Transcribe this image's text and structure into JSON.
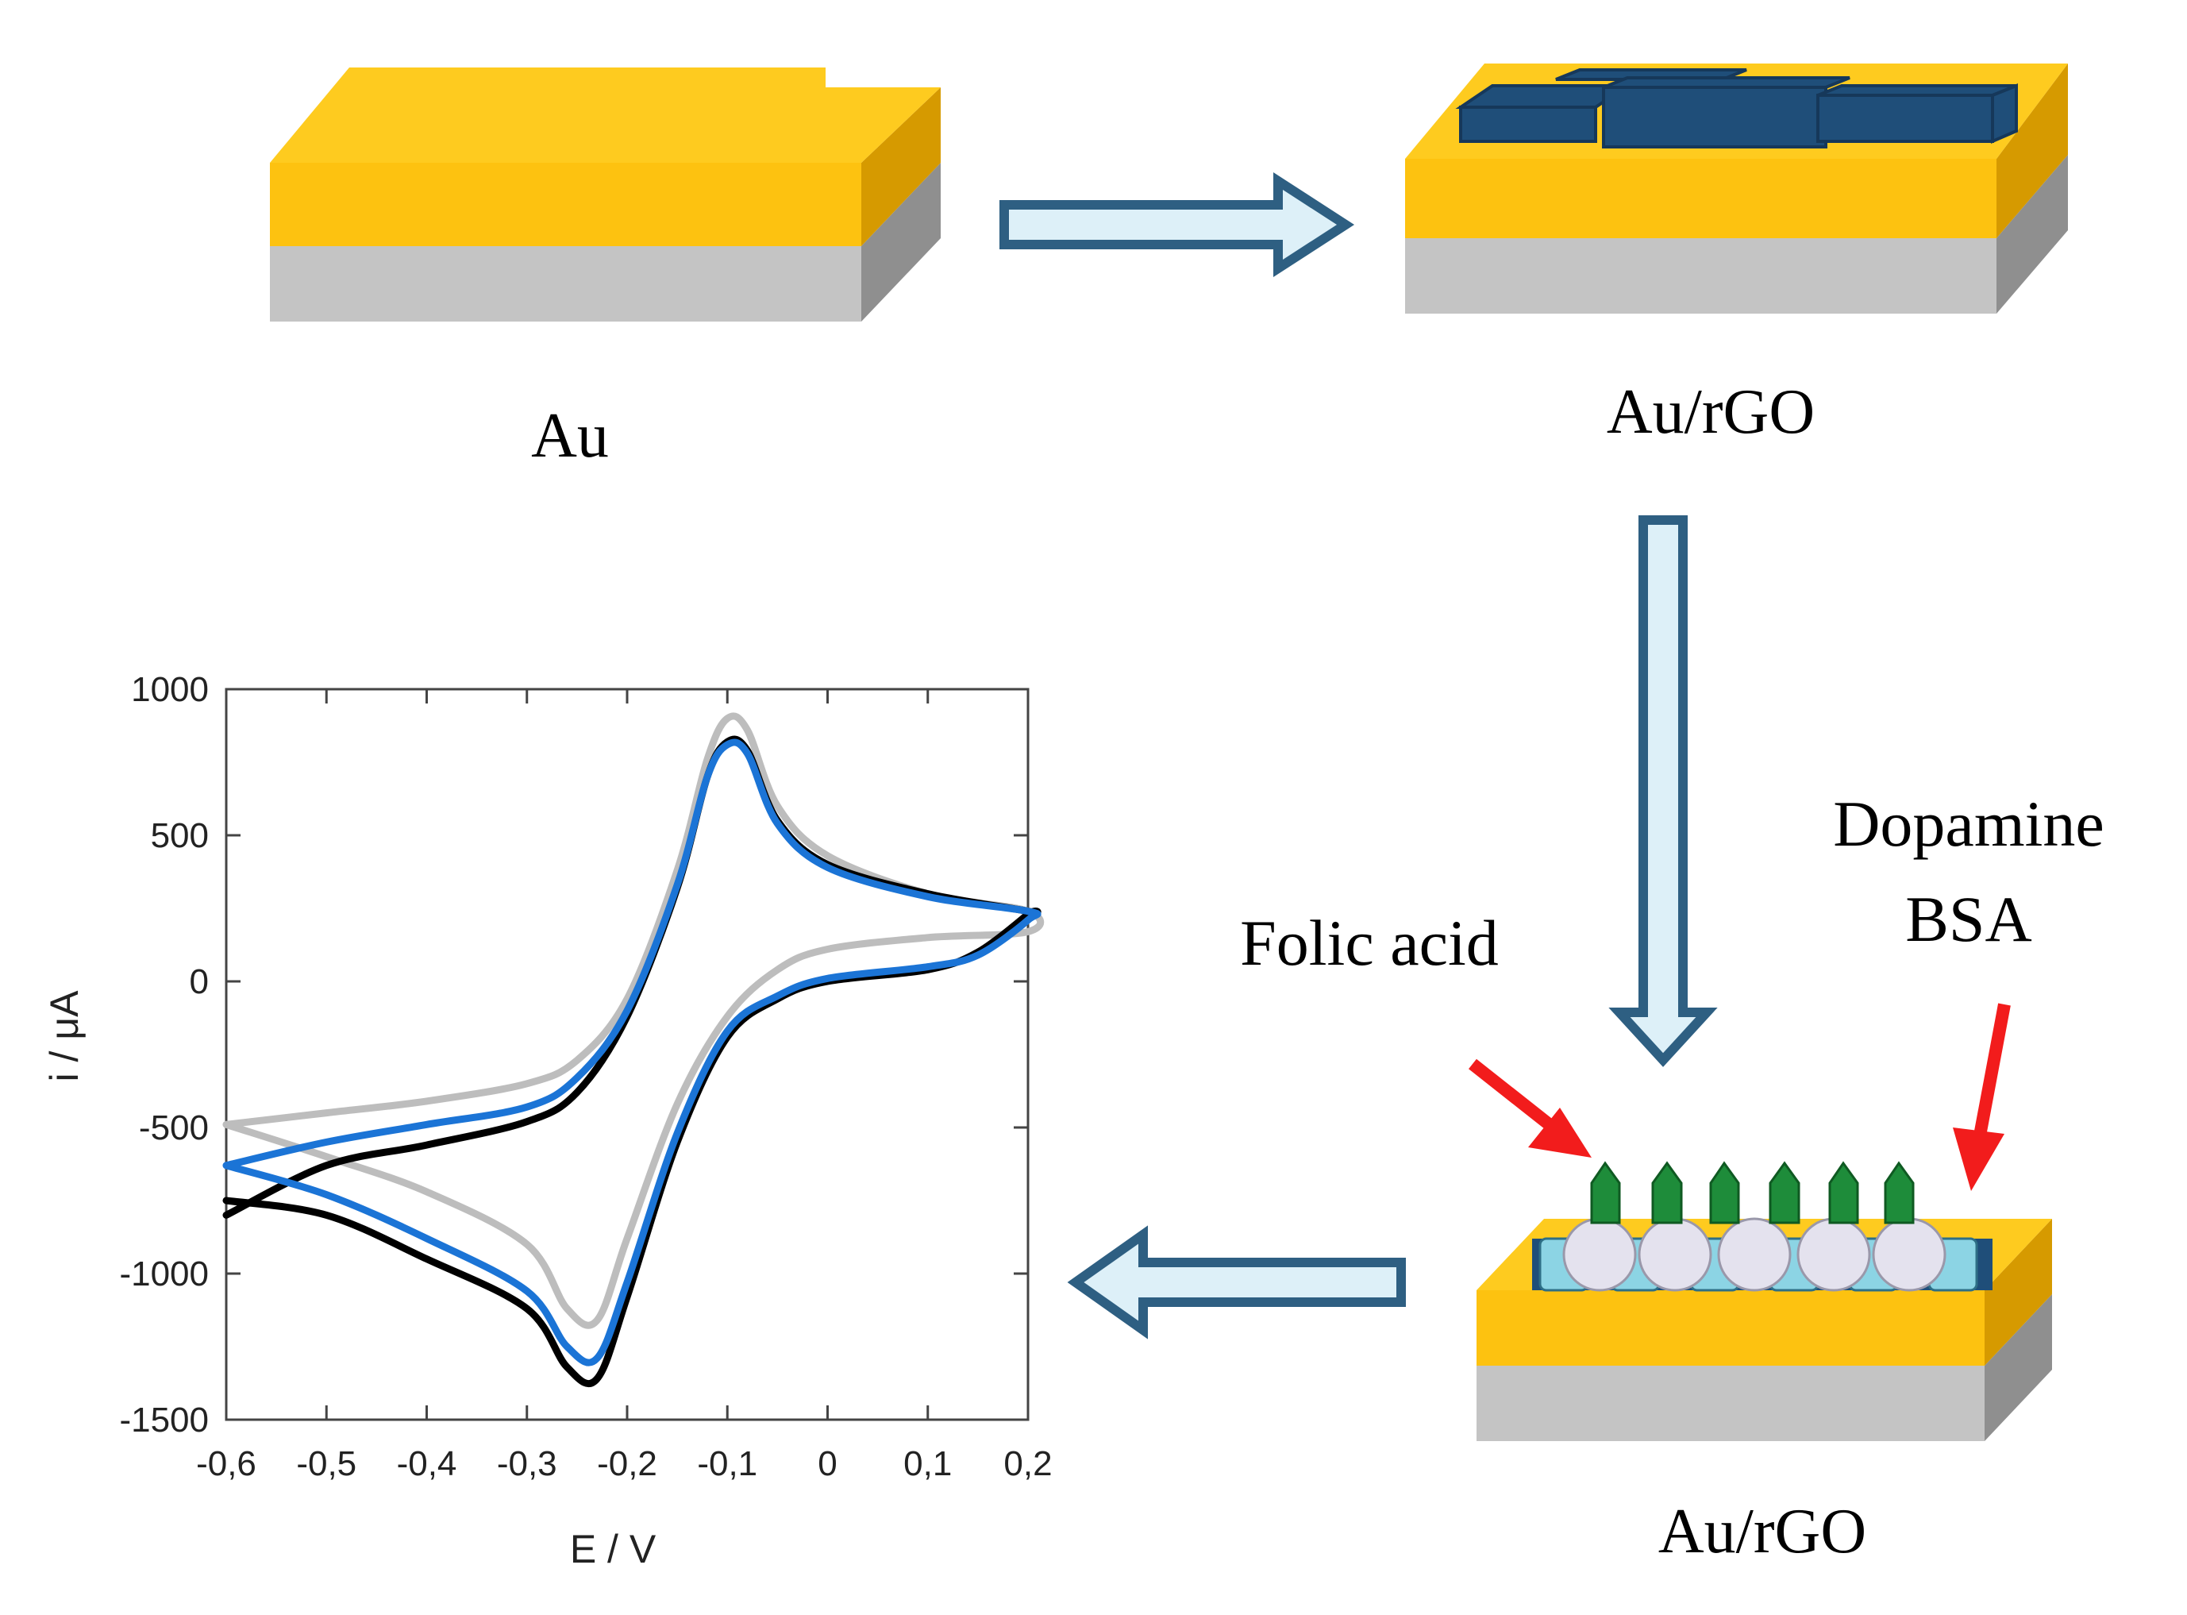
{
  "labels": {
    "au": "Au",
    "au_rgo_top": "Au/rGO",
    "au_rgo_bottom": "Au/rGO",
    "folic_acid": "Folic acid",
    "dopamine": "Dopamine",
    "bsa": "BSA"
  },
  "colors": {
    "gold_top": "#FECB1F",
    "gold_front": "#FDC210",
    "gold_side": "#D69A00",
    "substrate_front": "#C4C4C4",
    "substrate_side": "#8F8F8F",
    "rgo": "#1F4E79",
    "arrow_fill": "#DDF0F8",
    "arrow_stroke": "#2E5F82",
    "red_arrow": "#F21C1C",
    "folic_green": "#1E8C3A",
    "bsa_sphere": "#E4E2EE",
    "dopamine_cyl": "#8CD4E4",
    "cv_black": "#000000",
    "cv_blue": "#1B74D6",
    "cv_gray": "#BDBDBD"
  },
  "chart_data": {
    "type": "line",
    "xlabel": "E / V",
    "ylabel": "i / μA",
    "xlim": [
      -0.6,
      0.2
    ],
    "ylim": [
      -1500,
      1000
    ],
    "x_ticks": [
      -0.6,
      -0.5,
      -0.4,
      -0.3,
      -0.2,
      -0.1,
      0,
      0.1,
      0.2
    ],
    "x_tick_labels": [
      "-0,6",
      "-0,5",
      "-0,4",
      "-0,3",
      "-0,2",
      "-0,1",
      "0",
      "0,1",
      "0,2"
    ],
    "y_ticks": [
      -1500,
      -1000,
      -500,
      0,
      500,
      1000
    ],
    "y_tick_labels": [
      "-1500",
      "-1000",
      "-500",
      "0",
      "500",
      "1000"
    ],
    "series": [
      {
        "color": "#BDBDBD",
        "points": [
          [
            -0.6,
            -490
          ],
          [
            -0.5,
            -450
          ],
          [
            -0.4,
            -410
          ],
          [
            -0.3,
            -350
          ],
          [
            -0.25,
            -270
          ],
          [
            -0.2,
            -60
          ],
          [
            -0.15,
            380
          ],
          [
            -0.12,
            760
          ],
          [
            -0.1,
            900
          ],
          [
            -0.08,
            860
          ],
          [
            -0.05,
            600
          ],
          [
            0,
            430
          ],
          [
            0.1,
            300
          ],
          [
            0.2,
            240
          ],
          [
            0.2,
            170
          ],
          [
            0.1,
            150
          ],
          [
            0,
            110
          ],
          [
            -0.05,
            40
          ],
          [
            -0.1,
            -120
          ],
          [
            -0.15,
            -420
          ],
          [
            -0.2,
            -880
          ],
          [
            -0.23,
            -1160
          ],
          [
            -0.26,
            -1120
          ],
          [
            -0.3,
            -900
          ],
          [
            -0.4,
            -720
          ],
          [
            -0.5,
            -600
          ],
          [
            -0.6,
            -490
          ]
        ]
      },
      {
        "color": "#000000",
        "points": [
          [
            -0.6,
            -800
          ],
          [
            -0.5,
            -630
          ],
          [
            -0.4,
            -560
          ],
          [
            -0.3,
            -480
          ],
          [
            -0.25,
            -380
          ],
          [
            -0.2,
            -120
          ],
          [
            -0.15,
            320
          ],
          [
            -0.12,
            700
          ],
          [
            -0.1,
            820
          ],
          [
            -0.08,
            790
          ],
          [
            -0.05,
            550
          ],
          [
            0,
            400
          ],
          [
            0.1,
            300
          ],
          [
            0.2,
            240
          ],
          [
            0.2,
            230
          ],
          [
            0.15,
            100
          ],
          [
            0.1,
            40
          ],
          [
            0,
            0
          ],
          [
            -0.05,
            -60
          ],
          [
            -0.1,
            -190
          ],
          [
            -0.15,
            -550
          ],
          [
            -0.2,
            -1080
          ],
          [
            -0.23,
            -1360
          ],
          [
            -0.26,
            -1320
          ],
          [
            -0.3,
            -1120
          ],
          [
            -0.4,
            -950
          ],
          [
            -0.5,
            -800
          ],
          [
            -0.6,
            -750
          ]
        ]
      },
      {
        "color": "#1B74D6",
        "points": [
          [
            -0.6,
            -630
          ],
          [
            -0.5,
            -550
          ],
          [
            -0.4,
            -490
          ],
          [
            -0.3,
            -430
          ],
          [
            -0.25,
            -330
          ],
          [
            -0.2,
            -100
          ],
          [
            -0.15,
            330
          ],
          [
            -0.12,
            700
          ],
          [
            -0.1,
            810
          ],
          [
            -0.08,
            780
          ],
          [
            -0.05,
            540
          ],
          [
            0,
            390
          ],
          [
            0.1,
            290
          ],
          [
            0.2,
            240
          ],
          [
            0.2,
            210
          ],
          [
            0.15,
            90
          ],
          [
            0.1,
            50
          ],
          [
            0,
            10
          ],
          [
            -0.05,
            -50
          ],
          [
            -0.1,
            -170
          ],
          [
            -0.15,
            -520
          ],
          [
            -0.2,
            -1030
          ],
          [
            -0.23,
            -1290
          ],
          [
            -0.26,
            -1250
          ],
          [
            -0.3,
            -1060
          ],
          [
            -0.4,
            -880
          ],
          [
            -0.5,
            -730
          ],
          [
            -0.6,
            -630
          ]
        ]
      }
    ]
  }
}
